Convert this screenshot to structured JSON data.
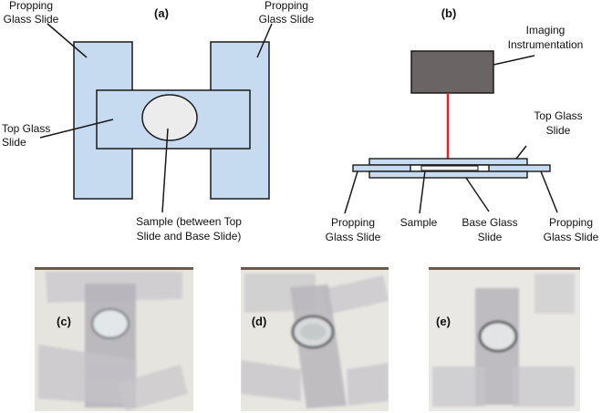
{
  "panel_a": {
    "letter": "(a)",
    "propping_left": [
      "Propping",
      "Glass Slide"
    ],
    "propping_right": [
      "Propping",
      "Glass Slide"
    ],
    "top_glass": [
      "Top Glass",
      "Slide"
    ],
    "sample": [
      "Sample (between Top",
      "Slide and Base Slide)"
    ]
  },
  "panel_b": {
    "letter": "(b)",
    "imaging": [
      "Imaging",
      "Instrumentation"
    ],
    "top_glass": [
      "Top Glass",
      "Slide"
    ],
    "propping_left": [
      "Propping",
      "Glass Slide"
    ],
    "sample": "Sample",
    "base_glass": [
      "Base Glass",
      "Slide"
    ],
    "propping_right": [
      "Propping",
      "Glass Slide"
    ]
  },
  "photos": {
    "c": "(c)",
    "d": "(d)",
    "e": "(e)"
  },
  "colors": {
    "slide_fill": "#c6dbef",
    "slide_stroke": "#1a1a1a",
    "sample_fill": "#ececec",
    "instrument_fill": "#6b6464",
    "beam": "#e8202a",
    "photo_bg": "#e9e7e2"
  }
}
